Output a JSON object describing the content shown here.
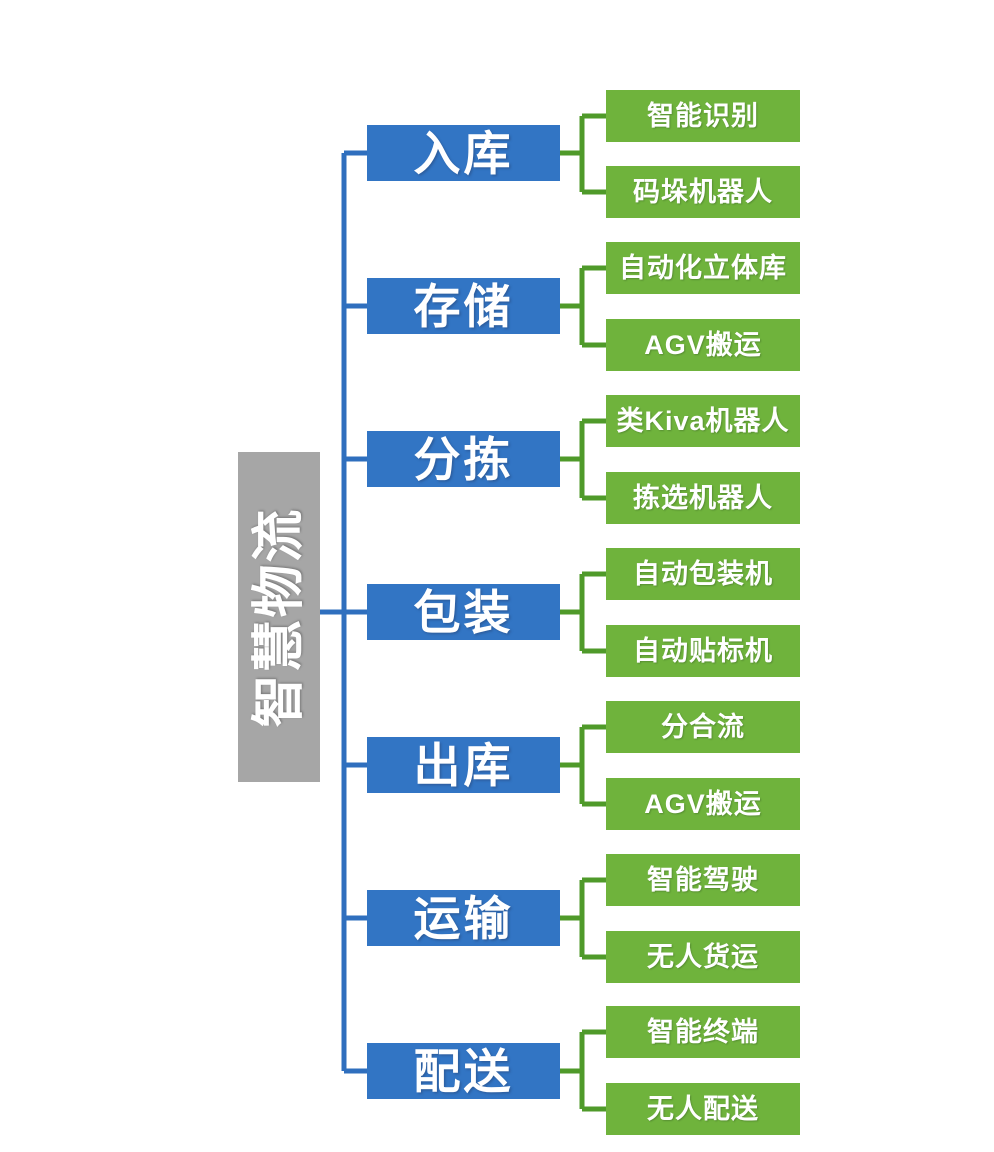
{
  "diagram": {
    "type": "tree-mindmap",
    "title": "智慧物流",
    "colors": {
      "root_fill": "#a6a6a6",
      "level1_fill": "#3275c4",
      "level2_fill": "#6fb33c",
      "level1_connector": "#2f6fbe",
      "level2_connector": "#4f9a2a",
      "background": "#ffffff",
      "label_text": "#ffffff"
    },
    "root": {
      "label": "智慧物流",
      "orientation": "vertical-rotated"
    },
    "branches": [
      {
        "label": "入库",
        "children": [
          {
            "label": "智能识别"
          },
          {
            "label": "码垛机器人"
          }
        ]
      },
      {
        "label": "存储",
        "children": [
          {
            "label": "自动化立体库"
          },
          {
            "label": "AGV搬运"
          }
        ]
      },
      {
        "label": "分拣",
        "children": [
          {
            "label": "类Kiva机器人"
          },
          {
            "label": "拣选机器人"
          }
        ]
      },
      {
        "label": "包装",
        "children": [
          {
            "label": "自动包装机"
          },
          {
            "label": "自动贴标机"
          }
        ]
      },
      {
        "label": "出库",
        "children": [
          {
            "label": "分合流"
          },
          {
            "label": "AGV搬运"
          }
        ]
      },
      {
        "label": "运输",
        "children": [
          {
            "label": "智能驾驶"
          },
          {
            "label": "无人货运"
          }
        ]
      },
      {
        "label": "配送",
        "children": [
          {
            "label": "智能终端"
          },
          {
            "label": "无人配送"
          }
        ]
      }
    ]
  }
}
